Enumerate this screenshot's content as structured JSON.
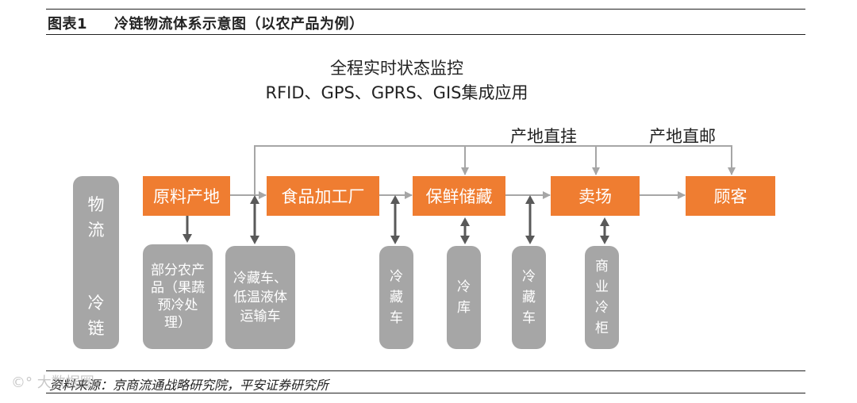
{
  "header": {
    "figure_label": "图表1",
    "title": "冷链物流体系示意图（以农产品为例）"
  },
  "monitor": {
    "line1": "全程实时状态监控",
    "line2": "RFID、GPS、GPRS、GIS集成应用"
  },
  "routes": {
    "direct_mount": "产地直挂",
    "direct_mail": "产地直邮"
  },
  "side": {
    "top_chars": [
      "物",
      "流"
    ],
    "bottom_chars": [
      "冷",
      "链"
    ]
  },
  "stages": [
    "原料产地",
    "食品加工厂",
    "保鲜储藏",
    "卖场",
    "顾客"
  ],
  "facilities": {
    "pre_cooling": "部分农产品（果蔬预冷处理）",
    "transport": "冷藏车、低温液体运输车",
    "reefer_truck_1": "冷藏车",
    "cold_storage": "冷库",
    "reefer_truck_2": "冷藏车",
    "commercial_freezer": "商业冷柜"
  },
  "footer": {
    "source": "资料来源：京商流通战略研究院，平安证券研究所"
  },
  "watermark": {
    "text": "大数据圈"
  },
  "colors": {
    "stage": "#ef7d31",
    "facility": "#a6a6a6",
    "line": "#a6a6a6",
    "connector": "#595959"
  }
}
